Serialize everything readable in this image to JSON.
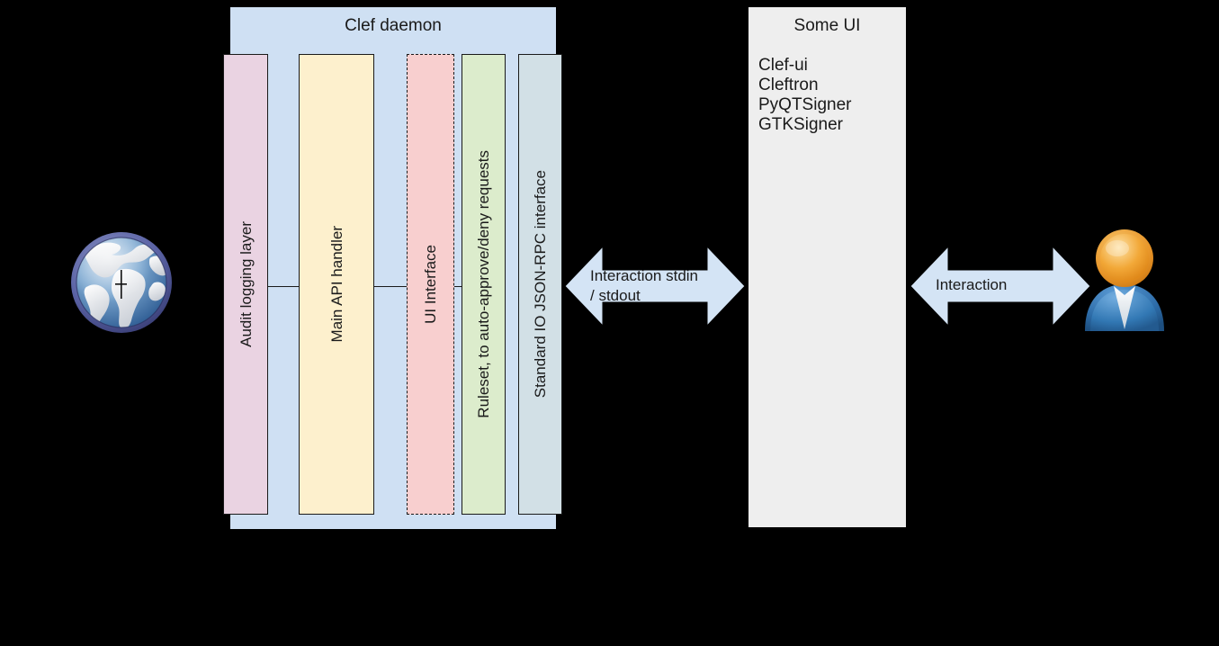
{
  "diagram": {
    "background_color": "#000000",
    "daemon": {
      "title": "Clef daemon",
      "fill_color": "#cfe0f3",
      "layers": [
        {
          "label": "Audit logging layer",
          "color": "#ead3e2",
          "border": "solid"
        },
        {
          "label": "Main API handler",
          "color": "#fdf0cd",
          "border": "solid"
        },
        {
          "label": "UI Interface",
          "color": "#f8cfcf",
          "border": "dashed"
        },
        {
          "label": "Ruleset, to auto-approve/deny requests",
          "color": "#dceccc",
          "border": "solid"
        },
        {
          "label": "Standard IO JSON-RPC interface",
          "color": "#d2e0e6",
          "border": "solid"
        }
      ]
    },
    "some_ui": {
      "title": "Some UI",
      "fill_color": "#eeeeee",
      "items": [
        "Clef-ui",
        "Cleftron",
        "PyQTSigner",
        "GTKSigner"
      ]
    },
    "arrows": [
      {
        "name": "stdio-arrow",
        "label": "Interaction stdin\n/ stdout",
        "color": "#d4e4f5"
      },
      {
        "name": "interaction-arrow",
        "label": "Interaction",
        "color": "#d4e4f5"
      }
    ],
    "icons": {
      "globe": "globe-icon",
      "user": "user-icon"
    }
  }
}
